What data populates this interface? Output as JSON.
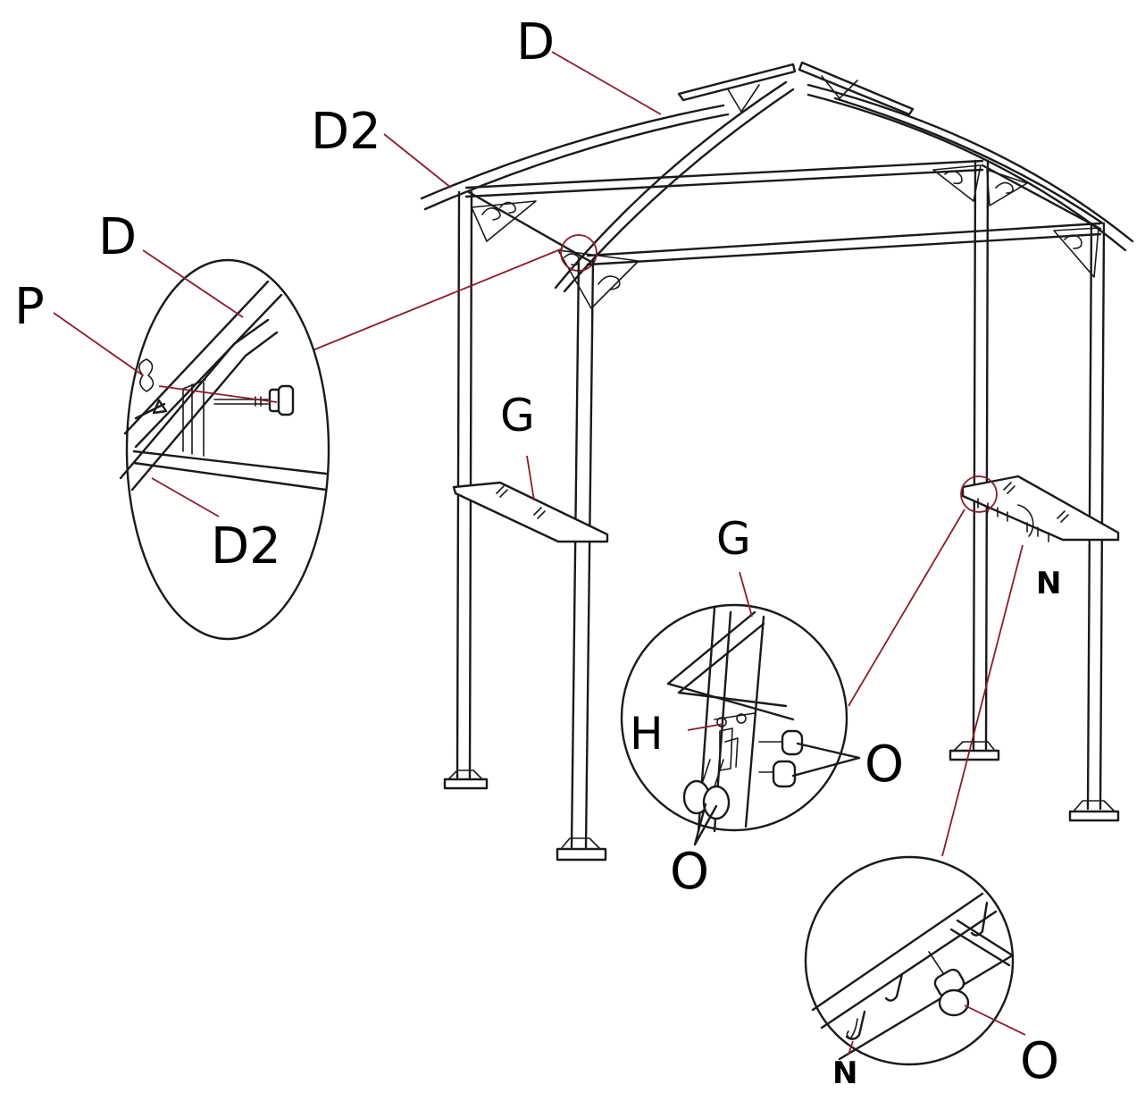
{
  "labels": {
    "d_roof": "D",
    "d2_roof": "D2",
    "d_detail": "D",
    "p_detail": "P",
    "d2_detail": "D2",
    "g_shelf": "G",
    "g_detail": "G",
    "h_detail": "H",
    "o_detail_right": "O",
    "o_detail_bottom": "O",
    "n_shelf": "N",
    "n_hook_detail": "N",
    "o_hook_detail": "O"
  },
  "colors": {
    "line": "#1a1a1a",
    "leader": "#8b1c2c",
    "background": "#ffffff"
  }
}
